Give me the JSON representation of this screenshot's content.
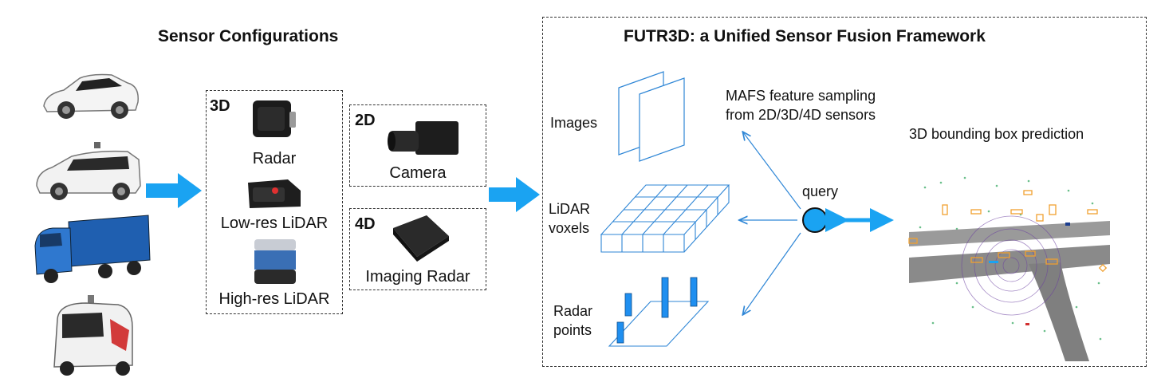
{
  "left": {
    "title": "Sensor Configurations",
    "vehicles": [
      "car-icon",
      "minivan-icon",
      "truck-icon",
      "delivery-robot-icon"
    ],
    "group_3d": {
      "tag": "3D",
      "sensors": [
        "Radar",
        "Low-res LiDAR",
        "High-res LiDAR"
      ]
    },
    "group_2d": {
      "tag": "2D",
      "sensor": "Camera"
    },
    "group_4d": {
      "tag": "4D",
      "sensor": "Imaging Radar"
    }
  },
  "right": {
    "title": "FUTR3D: a Unified Sensor Fusion Framework",
    "images_label": "Images",
    "lidar_label": [
      "LiDAR",
      "voxels"
    ],
    "radar_label": [
      "Radar",
      "points"
    ],
    "mafs_label": [
      "MAFS feature sampling",
      "from 2D/3D/4D sensors"
    ],
    "query_label": "query",
    "prediction_label": "3D bounding box prediction"
  },
  "colors": {
    "arrow": "#1aa3f2",
    "line": "#2e86d6",
    "radar_bar": "#1f8ff0",
    "road": "#8a8a8a",
    "box": "#f0a030"
  }
}
